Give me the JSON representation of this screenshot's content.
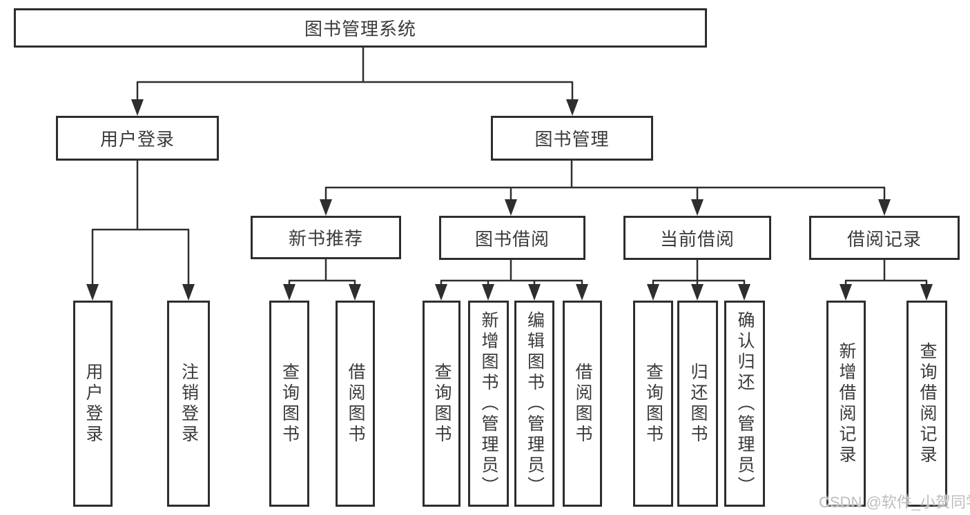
{
  "diagram": {
    "type": "hierarchy-tree",
    "watermark": "CSDN @软件_小贺同学",
    "colors": {
      "line": "#2e2e2e",
      "box_border": "#2d2d2d",
      "text": "#3a3a3a",
      "watermark": "#bdbdbd",
      "background": "#ffffff"
    },
    "root": {
      "label": "图书管理系统"
    },
    "level2": [
      {
        "label": "用户登录",
        "children": [
          {
            "label": "用户登录"
          },
          {
            "label": "注销登录"
          }
        ]
      },
      {
        "label": "图书管理",
        "children": [
          {
            "label": "新书推荐",
            "children": [
              {
                "label": "查询图书"
              },
              {
                "label": "借阅图书"
              }
            ]
          },
          {
            "label": "图书借阅",
            "children": [
              {
                "label": "查询图书"
              },
              {
                "label": "新增图书（管理员）"
              },
              {
                "label": "编辑图书（管理员）"
              },
              {
                "label": "借阅图书"
              }
            ]
          },
          {
            "label": "当前借阅",
            "children": [
              {
                "label": "查询图书"
              },
              {
                "label": "归还图书"
              },
              {
                "label": "确认归还（管理员）"
              }
            ]
          },
          {
            "label": "借阅记录",
            "children": [
              {
                "label": "新增借阅记录"
              },
              {
                "label": "查询借阅记录"
              }
            ]
          }
        ]
      }
    ]
  }
}
